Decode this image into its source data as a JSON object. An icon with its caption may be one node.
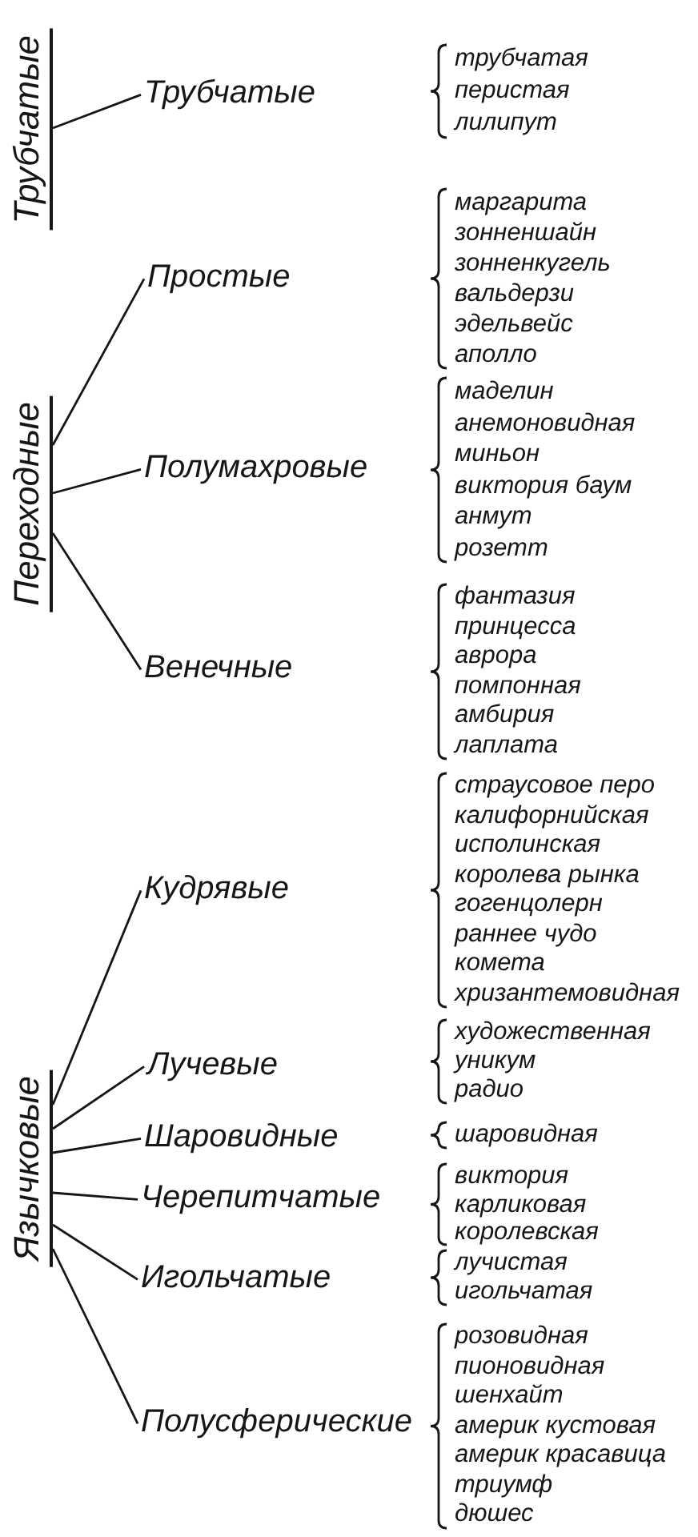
{
  "diagram": {
    "nodes": [
      {
        "text": [
          "Трубчатые"
        ]
      },
      {
        "text": [
          "Трубчатые"
        ]
      },
      {
        "text": [
          "трубчатая",
          "перистая",
          "лилипут"
        ]
      },
      {
        "text": [
          "Переходные"
        ]
      },
      {
        "text": [
          "Простые"
        ]
      },
      {
        "text": [
          "маргарита",
          "зонненшайн",
          "зонненкугель",
          "вальдерзи",
          "эдельвейс",
          "аполло"
        ]
      },
      {
        "text": [
          "Полумахровые"
        ]
      },
      {
        "text": [
          "маделин",
          "анемоновидная",
          "миньон",
          "виктория баум",
          "анмут",
          "розетт"
        ]
      },
      {
        "text": [
          "Венечные"
        ]
      },
      {
        "text": [
          "фантазия",
          "принцесса",
          "аврора",
          "помпонная",
          "амбирия",
          "лаплата"
        ]
      },
      {
        "text": [
          "Язычковые"
        ]
      },
      {
        "text": [
          "Кудрявые"
        ]
      },
      {
        "text": [
          "страусовое перо",
          "калифорнийская",
          "исполинская",
          "королева рынка",
          "гогенцолерн",
          "раннее чудо",
          "комета",
          "хризантемовидная"
        ]
      },
      {
        "text": [
          "Лучевые"
        ]
      },
      {
        "text": [
          "художественная",
          "уникум",
          "радио"
        ]
      },
      {
        "text": [
          "Шаровидные"
        ]
      },
      {
        "text": [
          "шаровидная"
        ]
      },
      {
        "text": [
          "Черепитчатые"
        ]
      },
      {
        "text": [
          "виктория",
          "карликовая",
          "королевская"
        ]
      },
      {
        "text": [
          "Игольчатые"
        ]
      },
      {
        "text": [
          "лучистая",
          "игольчатая"
        ]
      },
      {
        "text": [
          "Полусферические"
        ]
      },
      {
        "text": [
          "розовидная",
          "пионовидная",
          "шенхайт",
          "америк кустовая",
          "америк красавица",
          "триумф",
          "дюшес"
        ]
      }
    ],
    "edges": [
      {
        "from": 0,
        "to": 1,
        "arrow": "none"
      },
      {
        "from": 3,
        "to": 4,
        "arrow": "none"
      },
      {
        "from": 3,
        "to": 6,
        "arrow": "none"
      },
      {
        "from": 3,
        "to": 8,
        "arrow": "none"
      },
      {
        "from": 10,
        "to": 11,
        "arrow": "none"
      },
      {
        "from": 10,
        "to": 13,
        "arrow": "none"
      },
      {
        "from": 10,
        "to": 15,
        "arrow": "none"
      },
      {
        "from": 10,
        "to": 17,
        "arrow": "none"
      },
      {
        "from": 10,
        "to": 19,
        "arrow": "none"
      },
      {
        "from": 10,
        "to": 21,
        "arrow": "none"
      }
    ]
  }
}
